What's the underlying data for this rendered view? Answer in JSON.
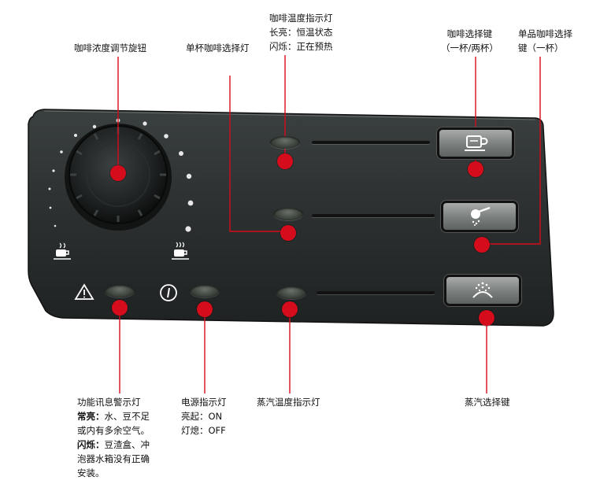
{
  "labels": {
    "knob": "咖啡浓度调节旋钮",
    "single_light": "单杯咖啡选择灯",
    "temp_indicator": {
      "title": "咖啡温度指示灯",
      "line1": "长亮：恒温状态",
      "line2": "闪烁：正在预热"
    },
    "coffee_key": {
      "line1": "咖啡选择键",
      "line2": "（一杯/两杯）"
    },
    "single_key": {
      "line1": "单品咖啡选择",
      "line2": "键（一杯）"
    },
    "warning": {
      "title": "功能讯息警示灯",
      "steady_label": "常亮：",
      "steady_text1": "水、豆不足",
      "steady_text2": "或内有多余空气。",
      "flash_label": "闪烁：",
      "flash_text1": "豆渣盒、冲",
      "flash_text2": "泡器水箱没有正确",
      "flash_text3": "安装。"
    },
    "power": {
      "title": "电源指示灯",
      "line1": "亮起：ON",
      "line2": "灯熄：OFF"
    },
    "steam_temp": "蒸汽温度指示灯",
    "steam_key": "蒸汽选择键"
  },
  "colors": {
    "panel": "#2b2f2f",
    "marker": "#d40c1c",
    "leader": "#d40c1c"
  },
  "icons": [
    "cup-icon",
    "scoop-icon",
    "steam-icon",
    "warning-icon",
    "power-icon"
  ]
}
